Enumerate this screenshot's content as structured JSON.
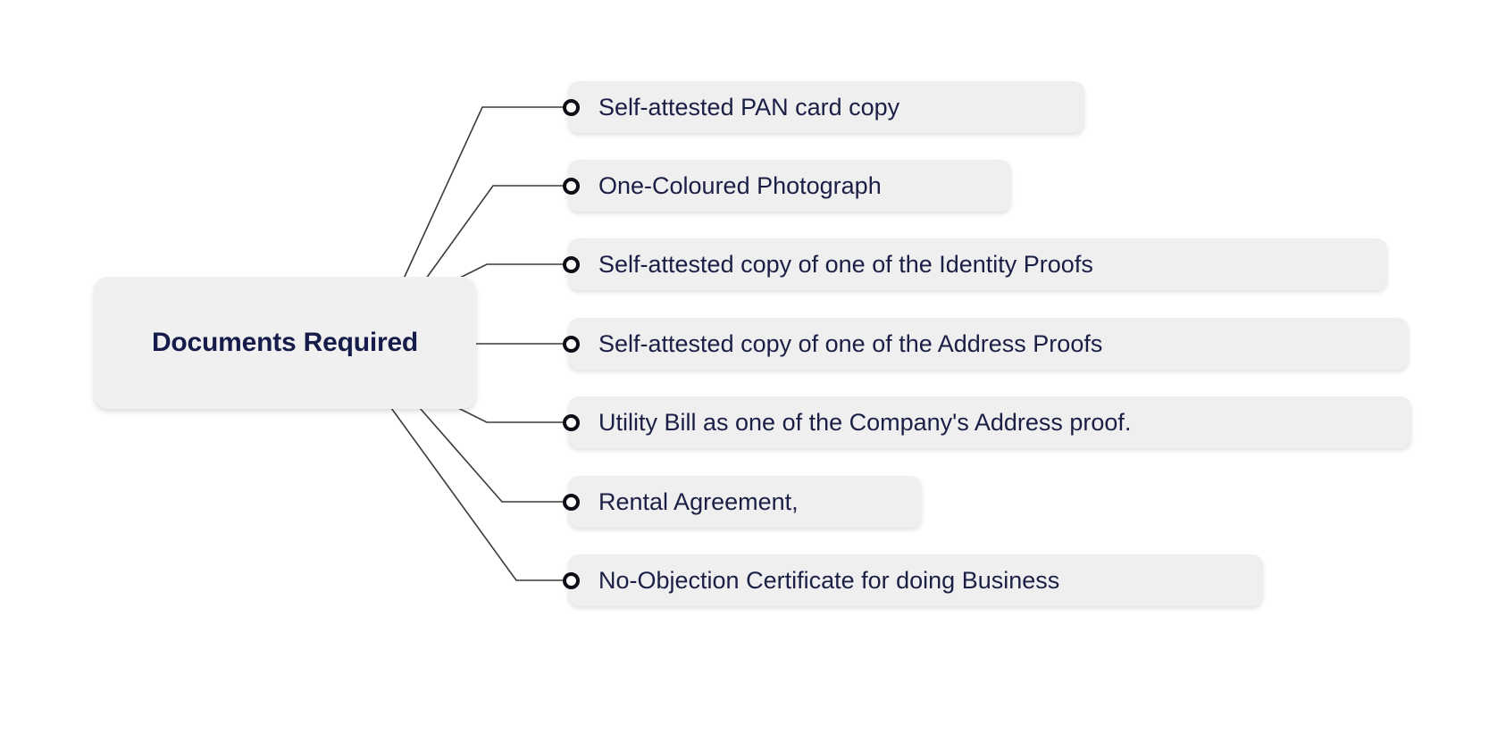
{
  "diagram": {
    "type": "mind-map",
    "orientation": "left-root-right-leaves",
    "root": {
      "label": "Documents Required"
    },
    "colors": {
      "background": "#ffffff",
      "node_fill": "#f0f0f0",
      "leaf_fill": "#efeff0",
      "text": "#1b1f45",
      "root_text": "#161c4a",
      "marker_ring": "#0d0d18",
      "connector_line": "#3a3a3a"
    },
    "leaves": [
      {
        "label": "Self-attested PAN card copy",
        "marker": "ring-bullet-icon"
      },
      {
        "label": "One-Coloured Photograph",
        "marker": "ring-bullet-icon"
      },
      {
        "label": "Self-attested copy of one of the Identity Proofs",
        "marker": "ring-bullet-icon"
      },
      {
        "label": "Self-attested copy of one of the Address Proofs",
        "marker": "ring-bullet-icon"
      },
      {
        "label": "Utility Bill as one of the Company's Address proof.",
        "marker": "ring-bullet-icon"
      },
      {
        "label": "Rental Agreement,",
        "marker": "ring-bullet-icon"
      },
      {
        "label": "No-Objection Certificate for doing Business",
        "marker": "ring-bullet-icon"
      }
    ]
  }
}
